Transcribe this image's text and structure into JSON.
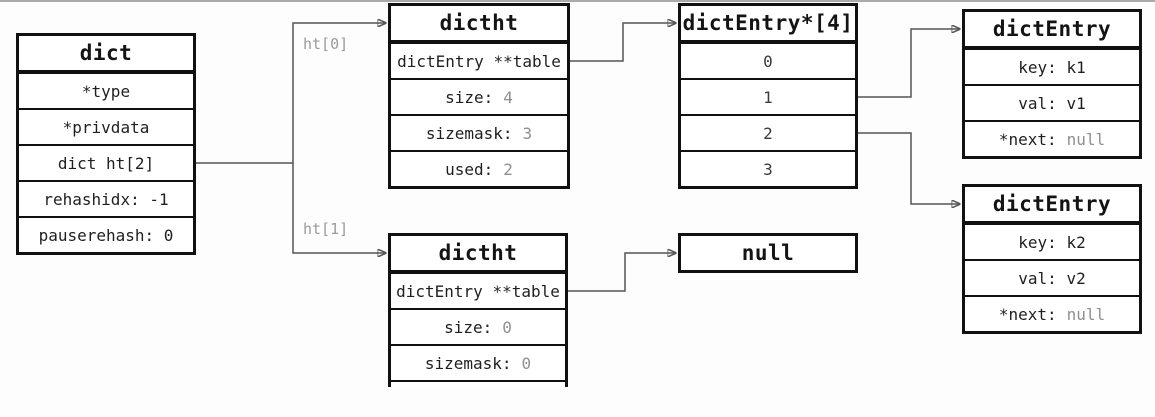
{
  "canvas": {
    "colors": {
      "bg": "#fdfdfd",
      "border": "#111111",
      "text": "#1f1f1f",
      "muted": "#8f8f8f",
      "label": "#9a9a9a",
      "line": "#555555"
    }
  },
  "nodes": {
    "dict": {
      "title": "dict",
      "rows": [
        {
          "text": "*type"
        },
        {
          "text": "*privdata"
        },
        {
          "text": "dict ht[2]"
        },
        {
          "text": "rehashidx: -1"
        },
        {
          "text": "pauserehash: 0"
        }
      ]
    },
    "dictht0": {
      "title": "dictht",
      "rows": [
        {
          "text": "dictEntry **table"
        },
        {
          "text": "size:",
          "value": "4"
        },
        {
          "text": "sizemask:",
          "value": "3"
        },
        {
          "text": "used:",
          "value": "2"
        }
      ]
    },
    "dictht1": {
      "title": "dictht",
      "rows": [
        {
          "text": "dictEntry **table"
        },
        {
          "text": "size:",
          "value": "0"
        },
        {
          "text": "sizemask:",
          "value": "0"
        }
      ]
    },
    "bucket_array": {
      "title": "dictEntry*[4]",
      "rows": [
        {
          "text": "0"
        },
        {
          "text": "1"
        },
        {
          "text": "2"
        },
        {
          "text": "3"
        }
      ]
    },
    "entry1": {
      "title": "dictEntry",
      "rows": [
        {
          "text": "key: k1"
        },
        {
          "text": "val: v1"
        },
        {
          "text": "*next:",
          "value": "null"
        }
      ]
    },
    "entry2": {
      "title": "dictEntry",
      "rows": [
        {
          "text": "key: k2"
        },
        {
          "text": "val: v2"
        },
        {
          "text": "*next:",
          "value": "null"
        }
      ]
    },
    "null_node": {
      "title": "null"
    }
  },
  "pointer_labels": {
    "ht0": "ht[0]",
    "ht1": "ht[1]"
  }
}
